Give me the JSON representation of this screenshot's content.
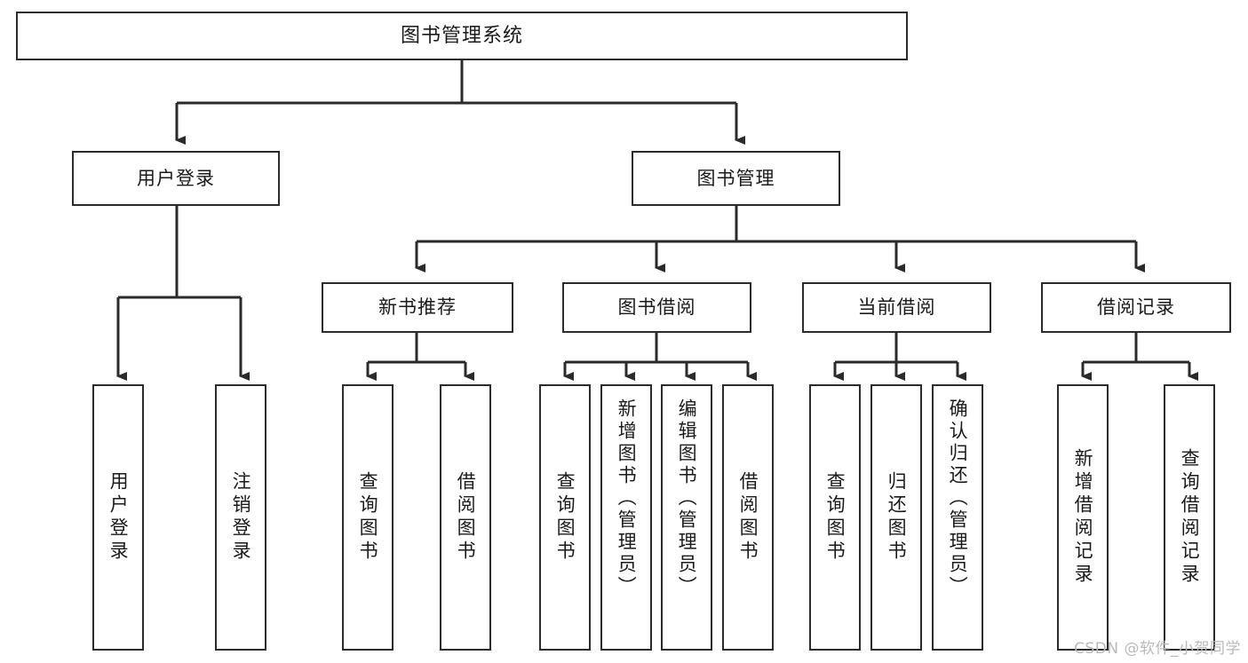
{
  "diagram": {
    "title": "图书管理系统",
    "watermark": "CSDN @软件_小贺同学",
    "style": {
      "border_color": "#2b2b2b",
      "background": "#ffffff",
      "text_color": "#1a1a1a",
      "watermark_color": "#b9b9b9"
    },
    "nodes": {
      "root": "图书管理系统",
      "level2": {
        "user_login": "用户登录",
        "book_manage": "图书管理"
      },
      "level3": {
        "new_book_recommend": "新书推荐",
        "book_borrow": "图书借阅",
        "current_borrow": "当前借阅",
        "borrow_record": "借阅记录"
      },
      "leaves": {
        "user_login_1": "用户登录",
        "user_login_2": "注销登录",
        "recommend_1": "查询图书",
        "recommend_2": "借阅图书",
        "borrow_1": "查询图书",
        "borrow_2": "新增图书（管理员）",
        "borrow_3": "编辑图书（管理员）",
        "borrow_4": "借阅图书",
        "current_1": "查询图书",
        "current_2": "归还图书",
        "current_3": "确认归还（管理员）",
        "record_1": "新增借阅记录",
        "record_2": "查询借阅记录"
      }
    }
  }
}
